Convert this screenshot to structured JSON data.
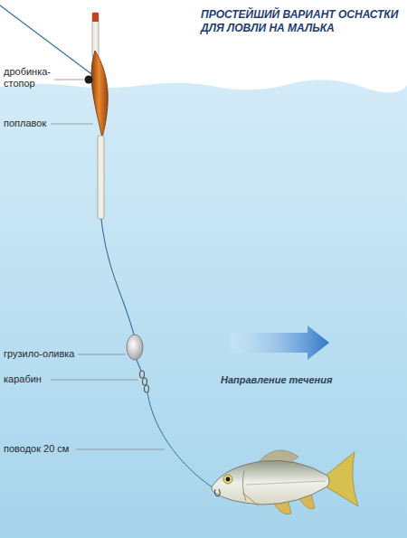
{
  "diagram": {
    "title": "ПРОСТЕЙШИЙ ВАРИАНТ ОСНАСТКИ ДЛЯ ЛОВЛИ НА МАЛЬКА",
    "labels": [
      "дробинка-стопор",
      "поплавок",
      "грузило-оливка",
      "карабин",
      "поводок 20 см",
      "Направление течения"
    ]
  }
}
